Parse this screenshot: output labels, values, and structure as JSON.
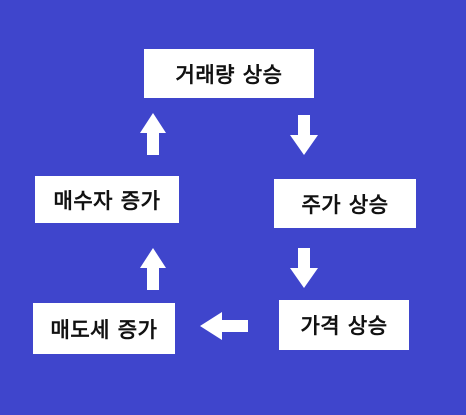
{
  "diagram": {
    "background_color": "#3f45cc",
    "box_color": "#ffffff",
    "nodes": [
      {
        "id": "volume_up",
        "label": "거래량 상승"
      },
      {
        "id": "stock_price_up",
        "label": "주가 상승"
      },
      {
        "id": "price_up",
        "label": "가격 상승"
      },
      {
        "id": "selling_pressure_up",
        "label": "매도세 증가"
      },
      {
        "id": "buyers_up",
        "label": "매수자 증가"
      }
    ],
    "edges": [
      {
        "from": "volume_up",
        "to": "stock_price_up",
        "direction": "down"
      },
      {
        "from": "stock_price_up",
        "to": "price_up",
        "direction": "down"
      },
      {
        "from": "price_up",
        "to": "selling_pressure_up",
        "direction": "left"
      },
      {
        "from": "selling_pressure_up",
        "to": "buyers_up",
        "direction": "up"
      },
      {
        "from": "buyers_up",
        "to": "volume_up",
        "direction": "up"
      }
    ]
  }
}
